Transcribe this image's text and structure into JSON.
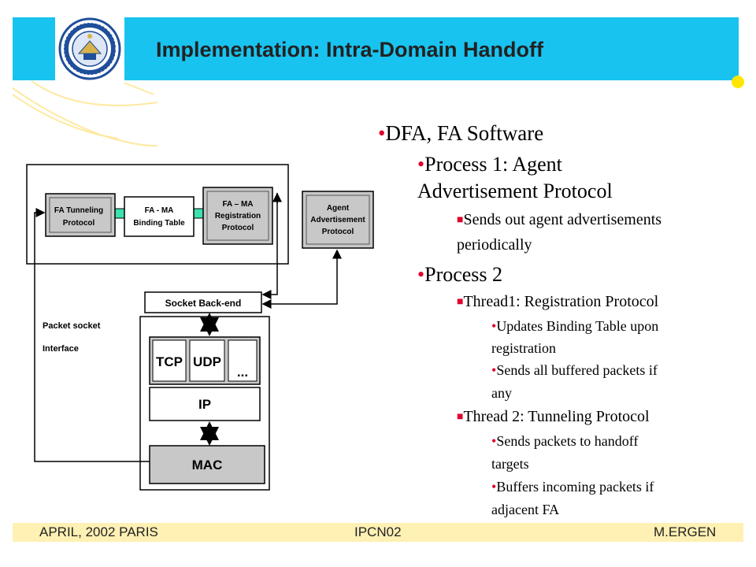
{
  "header": {
    "title": "Implementation: Intra-Domain Handoff",
    "seal_icon": "university-of-california-seal-icon"
  },
  "diagram": {
    "fa_tunneling": [
      "FA Tunneling",
      "Protocol"
    ],
    "binding_table": [
      "FA - MA",
      "Binding Table"
    ],
    "registration": [
      "FA – MA",
      "Registration",
      "Protocol"
    ],
    "agent_adv": [
      "Agent",
      "Advertisement",
      "Protocol"
    ],
    "socket_backend": "Socket Back-end",
    "packet_socket": [
      "Packet socket",
      "Interface"
    ],
    "tcp": "TCP",
    "udp": "UDP",
    "ellipsis": "...",
    "ip": "IP",
    "mac": "MAC"
  },
  "bullets": {
    "l0": "DFA, FA Software",
    "p1a": "Process 1: Agent",
    "p1b": "Advertisement Protocol",
    "p1s1a": "Sends out agent advertisements",
    "p1s1b": "periodically",
    "p2": "Process 2",
    "t1": "Thread1: Registration Protocol",
    "t1s1a": "Updates Binding Table upon",
    "t1s1b": "registration",
    "t1s2a": "Sends all buffered packets if",
    "t1s2b": "any",
    "t2": "Thread 2: Tunneling Protocol",
    "t2s1a": "Sends packets to handoff",
    "t2s1b": "targets",
    "t2s2a": "Buffers incoming packets if",
    "t2s2b": "adjacent FA"
  },
  "footer": {
    "left": "APRIL, 2002 PARIS",
    "center": "IPCN02",
    "right": "M.ERGEN"
  },
  "colors": {
    "header_cyan": "#19c3f0",
    "accent_yellow": "#ffe600",
    "footer_cream": "#fff0b4",
    "bullet_red": "#e0002a",
    "link_green": "#3fe0b0",
    "box_gray": "#c8c8c8"
  }
}
